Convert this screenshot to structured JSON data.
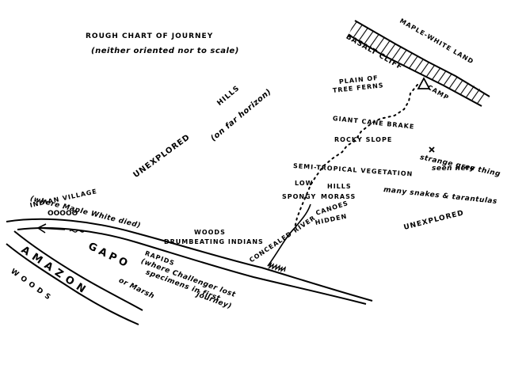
{
  "title": "ROUGH CHART OF JOURNEY",
  "subtitle": "(neither oriented nor to scale)",
  "labels": {
    "maple_white_land": "MAPLE-WHITE LAND",
    "basalt_cliff": "BASALT CLIFF",
    "camp": "CAMP",
    "plain_of": "PLAIN OF",
    "tree_ferns": "TREE FERNS",
    "giant_cane_brake": "GIANT CANE BRAKE",
    "rocky_slope": "ROCKY SLOPE",
    "strange_grey_thing": "strange grey thing",
    "seen_here": "seen here",
    "semi_tropical_vegetation": "SEMI-TROPICAL VEGETATION",
    "many_snakes": "many snakes & tarantulas",
    "low": "LOW",
    "hills_low": "HILLS",
    "spongy": "SPONGY",
    "morass": "MORASS",
    "canoes": "CANOES",
    "hidden": "HIDDEN",
    "unexplored_right": "UNEXPLORED",
    "hills": "HILLS",
    "on_far_horizon": "(on far horizon)",
    "unexplored_left": "UNEXPLORED",
    "where_maple_white_died": "(where Maple White died)",
    "indian_village": "INDIAN VILLAGE",
    "village_huts": "OOOOO",
    "woods_mid": "WOODS",
    "drumbeating_indians": "DRUMBEATING INDIANS",
    "concealed_river": "CONCEALED RIVER",
    "rapids": "RAPIDS",
    "where_challenger_lost": "(where Challenger lost",
    "specimens_in_first": "specimens in first",
    "journey": "journey)",
    "gapo": "GAPO",
    "or_marsh": "or Marsh",
    "amazon": "AMAZON",
    "woods_left": "WOODS"
  },
  "symbols": {
    "camp_marker": "triangle-camp-icon",
    "strange_thing_marker": "x-mark-icon",
    "canoe_arrow": "arrow-left-icon"
  }
}
